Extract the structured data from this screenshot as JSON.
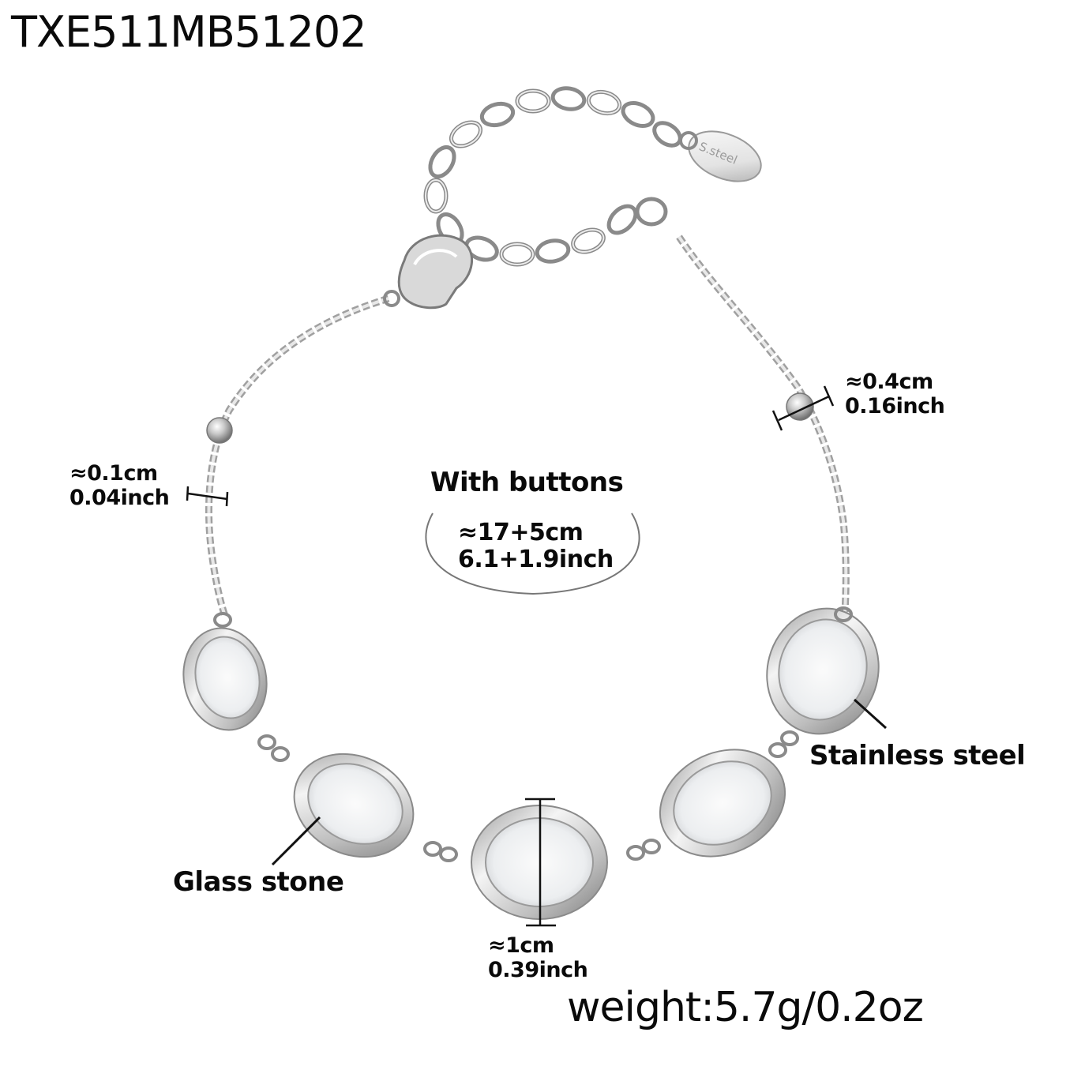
{
  "product": {
    "sku": "TXE511MB51202",
    "tag_engraving": "S.steel",
    "weight": "weight:5.7g/0.2oz"
  },
  "length_annotation": {
    "title": "With buttons",
    "cm": "≈17+5cm",
    "inch": "6.1+1.9inch"
  },
  "measurements": {
    "bead": {
      "cm": "≈0.4cm",
      "inch": "0.16inch"
    },
    "chain": {
      "cm": "≈0.1cm",
      "inch": "0.04inch"
    },
    "stone": {
      "cm": "≈1cm",
      "inch": "0.39inch"
    }
  },
  "callouts": {
    "stone_material": "Glass stone",
    "setting_material": "Stainless steel"
  },
  "colors": {
    "background": "#ffffff",
    "text": "#0a0a0a",
    "metal_light": "#f2f2f2",
    "metal_mid": "#b8b8b8",
    "metal_dark": "#7a7a7a",
    "glass": "#eef0f2"
  }
}
